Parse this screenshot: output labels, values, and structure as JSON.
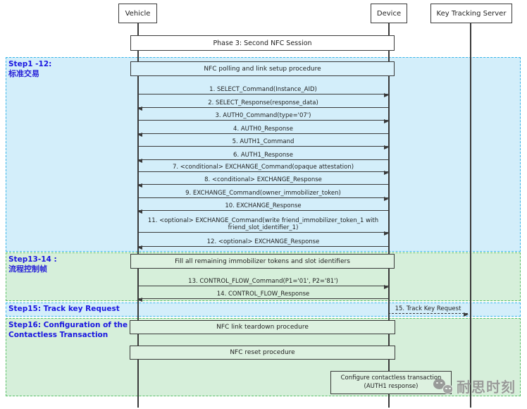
{
  "diagram": {
    "actors": [
      {
        "label": "Vehicle"
      },
      {
        "label": "Device"
      },
      {
        "label": "Key Tracking Server"
      }
    ],
    "phase_label": "Phase 3: Second NFC Session",
    "regions": [
      {
        "title": "Step1 -12:",
        "subtitle": "标准交易",
        "color": "cyan"
      },
      {
        "title": "Step13-14 :",
        "subtitle": "流程控制帧",
        "color": "green"
      },
      {
        "title": "Step15: Track key Request",
        "subtitle": "",
        "color": "cyan"
      },
      {
        "title": "Step16: Configuration of the",
        "subtitle": "Contactless Transaction",
        "color": "green"
      }
    ],
    "boxes": {
      "nfc_polling": "NFC polling and link setup procedure",
      "fill_tokens": "Fill all remaining immobilizer tokens and slot identifiers",
      "nfc_teardown": "NFC link teardown procedure",
      "nfc_reset": "NFC reset procedure",
      "configure_line1": "Configure contactless transaction",
      "configure_line2": "(AUTH1 response)"
    },
    "messages": [
      {
        "label": "1. SELECT_Command(Instance_AID)",
        "dir": "right"
      },
      {
        "label": "2. SELECT_Response(response_data)",
        "dir": "left"
      },
      {
        "label": "3. AUTH0_Command(type='07')",
        "dir": "right"
      },
      {
        "label": "4. AUTH0_Response",
        "dir": "left"
      },
      {
        "label": "5. AUTH1_Command",
        "dir": "right"
      },
      {
        "label": "6. AUTH1_Response",
        "dir": "left"
      },
      {
        "label": "7. <conditional> EXCHANGE_Command(opaque attestation)",
        "dir": "right"
      },
      {
        "label": "8. <conditional> EXCHANGE_Response",
        "dir": "left"
      },
      {
        "label": "9. EXCHANGE_Command(owner_immobilizer_token)",
        "dir": "right"
      },
      {
        "label": "10. EXCHANGE_Response",
        "dir": "left"
      },
      {
        "label": "11. <optional> EXCHANGE_Command(write friend_immobilizer_token_1 with friend_slot_identifier_1)",
        "dir": "right"
      },
      {
        "label": "12. <optional> EXCHANGE_Response",
        "dir": "left"
      },
      {
        "label": "13. CONTROL_FLOW_Command(P1='01', P2='81')",
        "dir": "right"
      },
      {
        "label": "14. CONTROL_FLOW_Response",
        "dir": "left"
      },
      {
        "label": "15. Track Key Request",
        "dir": "right",
        "line_style": "dashed"
      }
    ],
    "watermark": {
      "text": "耐思时刻"
    },
    "colors": {
      "region_cyan_fill": "#d3eefa",
      "region_cyan_border": "#35b4e8",
      "region_green_fill": "#d6efda",
      "region_green_border": "#57c066",
      "label_blue": "#1a16e0",
      "box_border": "#3a3a3a",
      "watermark_gray": "#909090"
    }
  }
}
